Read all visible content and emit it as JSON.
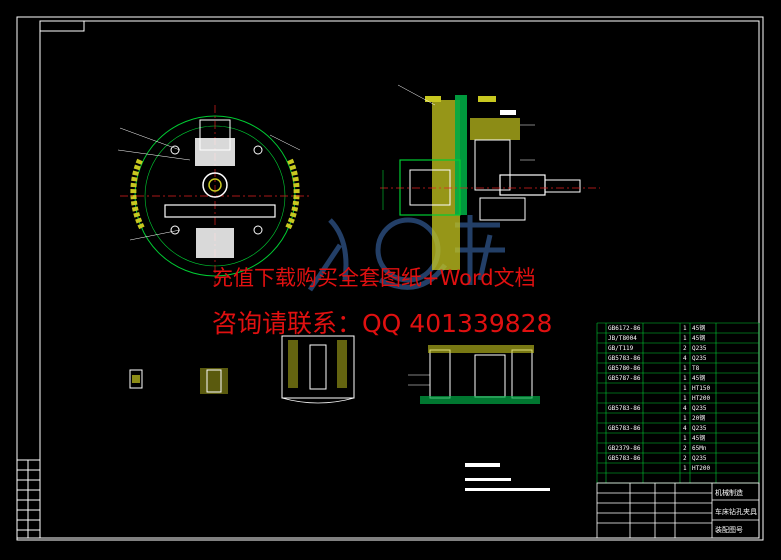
{
  "watermark": {
    "line1": "充值下载购买全套图纸+Word文档",
    "line2": "咨询请联系：QQ 401339828",
    "color": "#e01010"
  },
  "colors": {
    "background": "#000000",
    "border": "#ffffff",
    "outline": "#00cc33",
    "centerline": "#e02020",
    "hatch": "#c8c820",
    "fixture_fill": "#ffffff",
    "dimension": "#00cc33",
    "logo": "#2a4a7a"
  },
  "bom": {
    "rows": [
      {
        "code": "GB6172-86",
        "qty": "1",
        "material": "45钢"
      },
      {
        "code": "JB/T8004",
        "qty": "1",
        "material": "45钢"
      },
      {
        "code": "GB/T119",
        "qty": "2",
        "material": "Q235"
      },
      {
        "code": "GB5783-86",
        "qty": "4",
        "material": "Q235"
      },
      {
        "code": "GB5780-86",
        "qty": "1",
        "material": "T8"
      },
      {
        "code": "GB5787-86",
        "qty": "1",
        "material": "45钢"
      },
      {
        "code": "",
        "qty": "1",
        "material": "HT150"
      },
      {
        "code": "",
        "qty": "1",
        "material": "HT200"
      },
      {
        "code": "GB5783-86",
        "qty": "4",
        "material": "Q235"
      },
      {
        "code": "",
        "qty": "1",
        "material": "20钢"
      },
      {
        "code": "GB5783-86",
        "qty": "4",
        "material": "Q235"
      },
      {
        "code": "",
        "qty": "1",
        "material": "45钢"
      },
      {
        "code": "GB2379-86",
        "qty": "2",
        "material": "65Mn"
      },
      {
        "code": "GB5783-86",
        "qty": "2",
        "material": "Q235"
      },
      {
        "code": "",
        "qty": "1",
        "material": "HT200"
      }
    ]
  },
  "title_block": {
    "school": "机械制造",
    "title": "车床钻孔夹具",
    "drawing_no": "装配图号"
  }
}
